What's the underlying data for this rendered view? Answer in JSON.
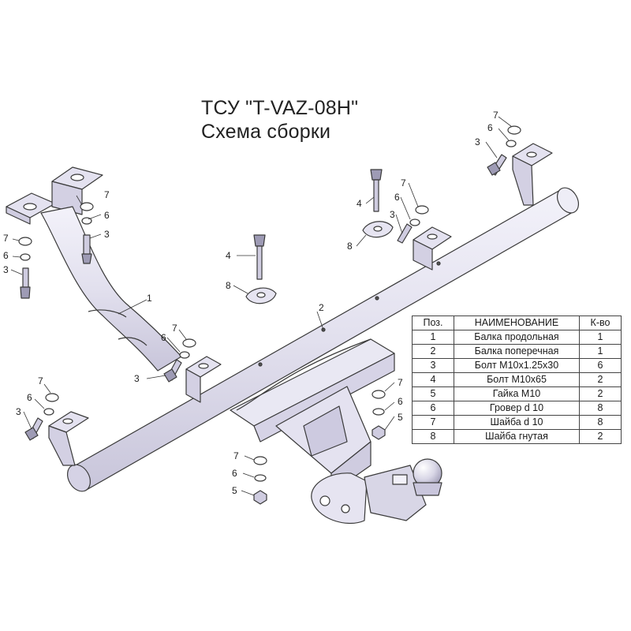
{
  "title": {
    "line1": "ТСУ \"T-VAZ-08H\"",
    "line2": "Схема сборки"
  },
  "parts_table": {
    "headers": {
      "pos": "Поз.",
      "name": "НАИМЕНОВАНИЕ",
      "count": "К-во"
    },
    "rows": [
      {
        "pos": "1",
        "name": "Балка продольная",
        "count": "1"
      },
      {
        "pos": "2",
        "name": "Балка поперечная",
        "count": "1"
      },
      {
        "pos": "3",
        "name": "Болт М10х1.25х30",
        "count": "6"
      },
      {
        "pos": "4",
        "name": "Болт М10х65",
        "count": "2"
      },
      {
        "pos": "5",
        "name": "Гайка  М10",
        "count": "2"
      },
      {
        "pos": "6",
        "name": "Гровер d 10",
        "count": "8"
      },
      {
        "pos": "7",
        "name": "Шайба d 10",
        "count": "8"
      },
      {
        "pos": "8",
        "name": "Шайба гнутая",
        "count": "2"
      }
    ]
  },
  "callouts": [
    "1",
    "2",
    "3",
    "3",
    "3",
    "3",
    "3",
    "3",
    "4",
    "4",
    "5",
    "5",
    "6",
    "6",
    "6",
    "6",
    "6",
    "6",
    "6",
    "6",
    "7",
    "7",
    "7",
    "7",
    "7",
    "7",
    "7",
    "7",
    "8",
    "8"
  ],
  "colors": {
    "metal_fill": "#e4e2f0",
    "metal_shade": "#c9c6dc",
    "outline": "#3a3a3a",
    "ball_fill": "#d8d6e6"
  }
}
